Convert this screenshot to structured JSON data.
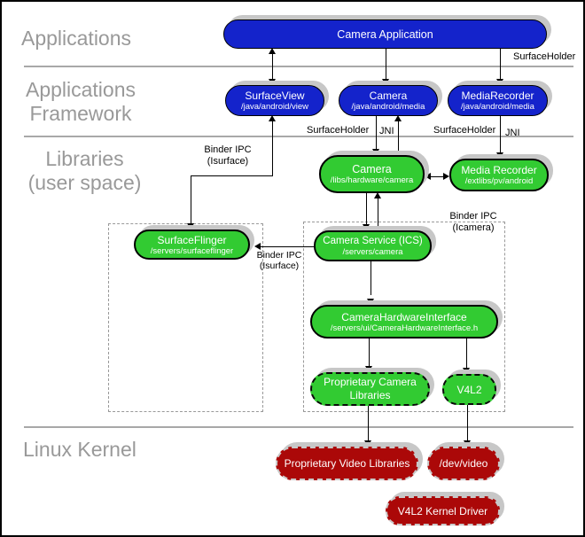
{
  "layers": {
    "applications": "Applications",
    "framework_line1": "Applications",
    "framework_line2": "Framework",
    "libraries_line1": "Libraries",
    "libraries_line2": "(user space)",
    "kernel": "Linux Kernel"
  },
  "nodes": {
    "camera_app": {
      "title": "Camera Application"
    },
    "surface_view": {
      "title": "SurfaceView",
      "subtitle": "/java/android/view"
    },
    "camera_fw": {
      "title": "Camera",
      "subtitle": "/java/android/media"
    },
    "media_recorder_fw": {
      "title": "MediaRecorder",
      "subtitle": "/java/android/media"
    },
    "camera_lib": {
      "title": "Camera",
      "subtitle": "/libs/hardware/camera"
    },
    "media_recorder_lib": {
      "title": "Media Recorder",
      "subtitle": "/extlibs/pv/android"
    },
    "surfaceflinger": {
      "title": "SurfaceFlinger",
      "subtitle": "/servers/surfaceflinger"
    },
    "camera_service": {
      "title": "Camera Service (ICS)",
      "subtitle": "/servers/camera"
    },
    "chi": {
      "title": "CameraHardwareInterface",
      "subtitle": "/servers/ui/CameraHardwareInterface.h"
    },
    "pcl": {
      "title": "Proprietary Camera Libraries"
    },
    "v4l2": {
      "title": "V4L2"
    },
    "pvl": {
      "title": "Proprietary Video Libraries"
    },
    "dev_video": {
      "title": "/dev/video"
    },
    "v4l2_driver": {
      "title": "V4L2 Kernel Driver"
    }
  },
  "edge_labels": {
    "surfaceholder_top": "SurfaceHolder",
    "binder_isurface_view": {
      "line1": "Binder IPC",
      "line2": "(Isurface)"
    },
    "surfaceholder_camera": "SurfaceHolder",
    "jni_camera": "JNI",
    "surfaceholder_mediarecorder": "SurfaceHolder",
    "jni_mediarecorder": "JNI",
    "binder_icamera": {
      "line1": "Binder IPC",
      "line2": "(Icamera)"
    },
    "binder_isurface_mid": {
      "line1": "Binder IPC",
      "line2": "(Isurface)"
    }
  },
  "colors": {
    "framework_blue": "#1423cb",
    "library_green": "#32cb32",
    "kernel_red": "#ab0808",
    "shadow_gray": "#c7c7c7",
    "layer_label_gray": "#999999"
  }
}
